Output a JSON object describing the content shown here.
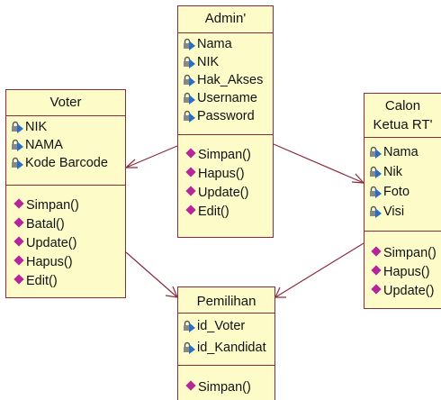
{
  "colors": {
    "box_fill": "#fdfcc9",
    "box_border": "#8a2c3c",
    "arrow": "#8a2c3c",
    "operation_icon": "#b4279b",
    "attribute_icon": "#2a6fc1"
  },
  "icons": {
    "attribute": "private-attribute-icon",
    "operation": "public-operation-icon"
  },
  "classes": {
    "admin": {
      "name": "Admin'",
      "attributes": [
        "Nama",
        "NIK",
        "Hak_Akses",
        "Username",
        "Password"
      ],
      "operations": [
        "Simpan()",
        "Hapus()",
        "Update()",
        "Edit()"
      ]
    },
    "voter": {
      "name": "Voter",
      "attributes": [
        "NIK",
        "NAMA",
        "Kode Barcode"
      ],
      "operations": [
        "Simpan()",
        "Batal()",
        "Update()",
        "Hapus()",
        "Edit()"
      ]
    },
    "calon": {
      "name_line1": "Calon",
      "name_line2": "Ketua RT'",
      "attributes": [
        "Nama",
        "Nik",
        "Foto",
        "Visi"
      ],
      "operations": [
        "Simpan()",
        "Hapus()",
        "Update()"
      ]
    },
    "pemilihan": {
      "name": "Pemilihan",
      "attributes": [
        "id_Voter",
        "id_Kandidat"
      ],
      "operations": [
        "Simpan()"
      ]
    }
  },
  "relations": [
    {
      "from": "admin",
      "to": "voter"
    },
    {
      "from": "admin",
      "to": "calon"
    },
    {
      "from": "voter",
      "to": "pemilihan"
    },
    {
      "from": "calon",
      "to": "pemilihan"
    }
  ]
}
